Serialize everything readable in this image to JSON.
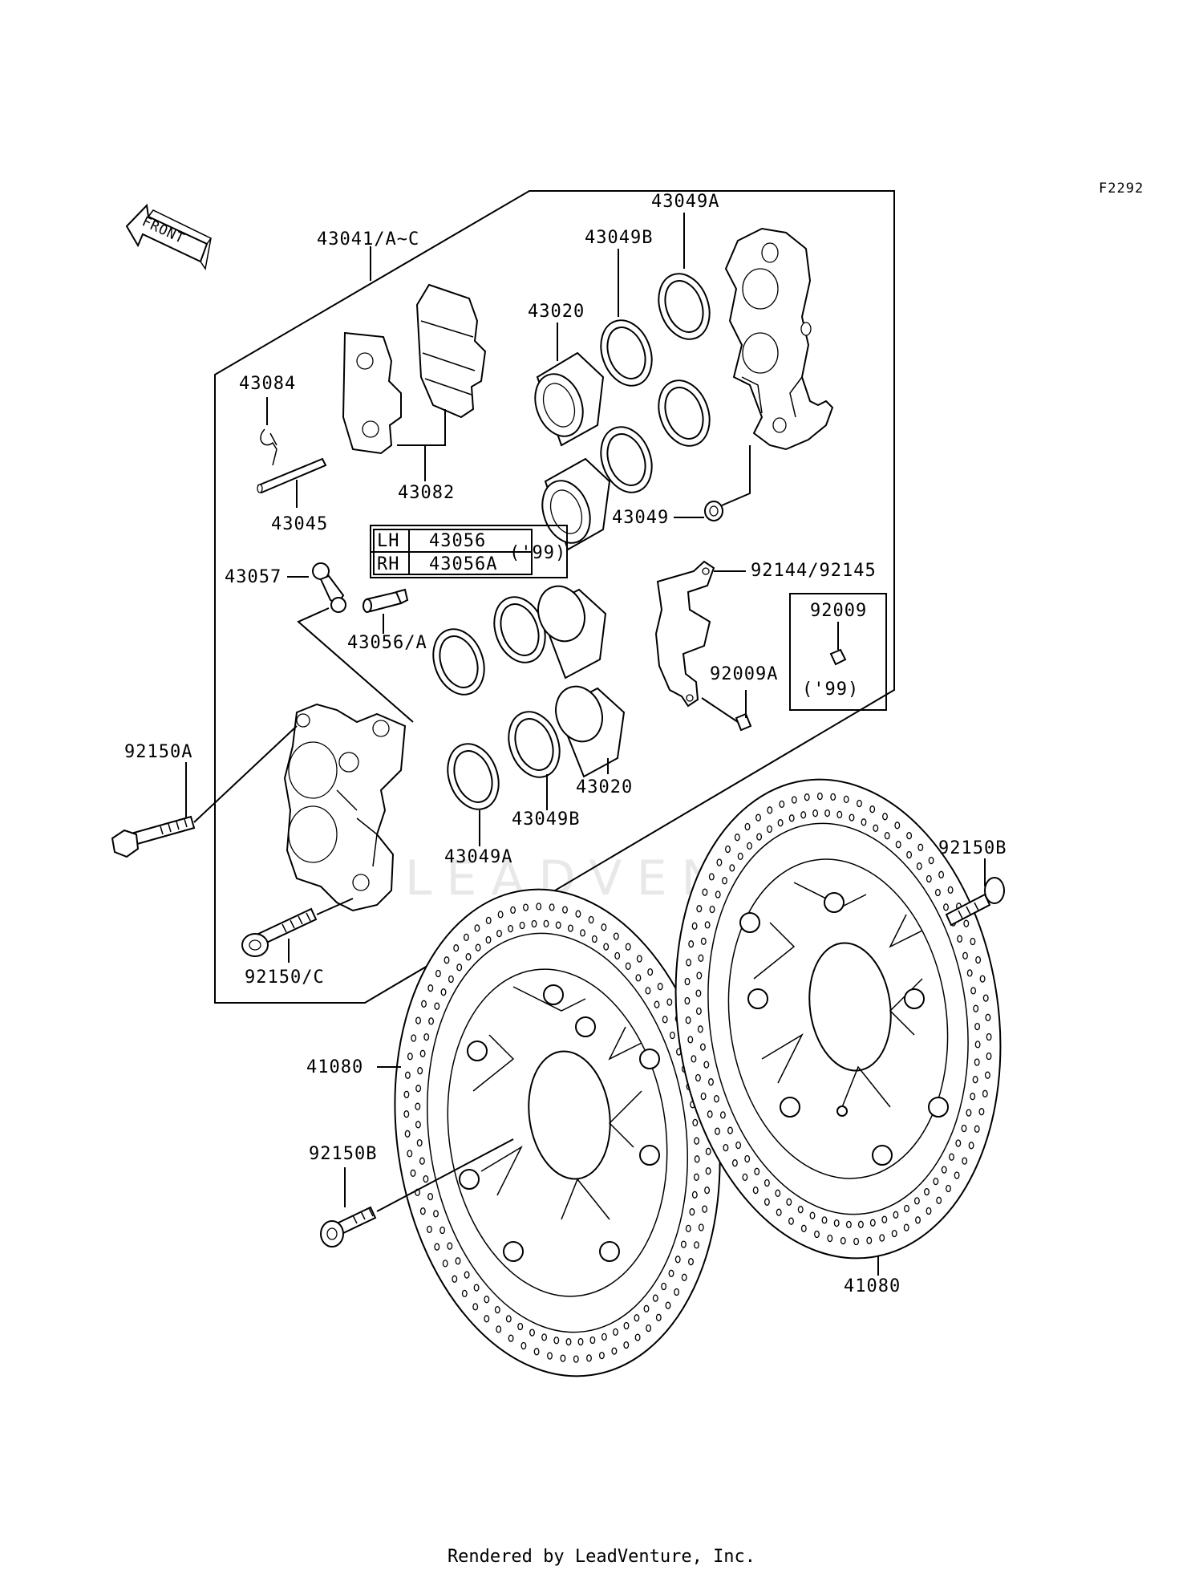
{
  "diagram_code": "F2292",
  "front_arrow_label": "FRONT",
  "labels": {
    "caliper_assy": "43041/A~C",
    "seal_a_top": "43049A",
    "seal_b_top": "43049B",
    "piston_top": "43020",
    "pin_clip": "43084",
    "pads": "43082",
    "pad_pin": "43045",
    "bleed_cap": "43057",
    "bleed_valve": "43056/A",
    "seal_small": "43049",
    "bracket": "92144/92145",
    "bolt_92009": "92009",
    "bolt_92009a": "92009A",
    "year_box": "('99)",
    "bolt_92150a": "92150A",
    "piston_bottom": "43020",
    "seal_b_bottom": "43049B",
    "seal_a_bottom": "43049A",
    "bolt_92150c": "92150/C",
    "bolt_92150b_right": "92150B",
    "disc_left": "41080",
    "bolt_92150b_left": "92150B",
    "disc_right": "41080"
  },
  "bleed_table": {
    "rows": [
      {
        "side": "LH",
        "part": "43056"
      },
      {
        "side": "RH",
        "part": "43056A"
      }
    ],
    "note": "('99)"
  },
  "watermark": "LEADVENTURE",
  "footer": "Rendered by LeadVenture, Inc."
}
